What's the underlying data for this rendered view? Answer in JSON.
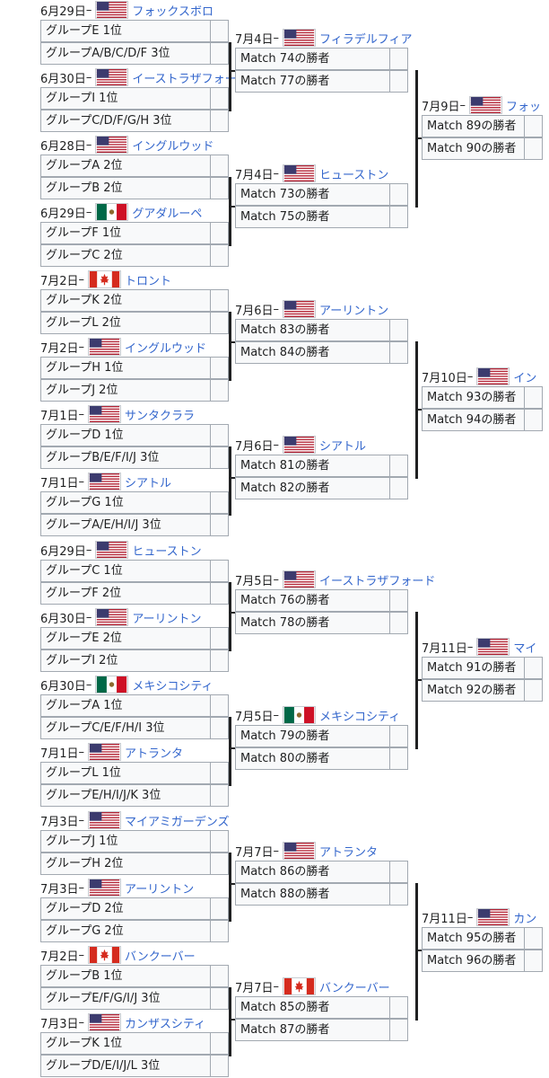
{
  "r32": [
    {
      "date": "6月29日",
      "flag": "us",
      "city": "フォックスボロ",
      "teams": [
        "グループE 1位",
        "グループA/B/C/D/F 3位"
      ]
    },
    {
      "date": "6月30日",
      "flag": "us",
      "city": "イーストラザフォード",
      "teams": [
        "グループI 1位",
        "グループC/D/F/G/H 3位"
      ]
    },
    {
      "date": "6月28日",
      "flag": "us",
      "city": "イングルウッド",
      "teams": [
        "グループA 2位",
        "グループB 2位"
      ]
    },
    {
      "date": "6月29日",
      "flag": "mx",
      "city": "グアダルーペ",
      "teams": [
        "グループF 1位",
        "グループC 2位"
      ]
    },
    {
      "date": "7月2日",
      "flag": "ca",
      "city": "トロント",
      "teams": [
        "グループK 2位",
        "グループL 2位"
      ]
    },
    {
      "date": "7月2日",
      "flag": "us",
      "city": "イングルウッド",
      "teams": [
        "グループH 1位",
        "グループJ 2位"
      ]
    },
    {
      "date": "7月1日",
      "flag": "us",
      "city": "サンタクララ",
      "teams": [
        "グループD 1位",
        "グループB/E/F/I/J 3位"
      ]
    },
    {
      "date": "7月1日",
      "flag": "us",
      "city": "シアトル",
      "teams": [
        "グループG 1位",
        "グループA/E/H/I/J 3位"
      ]
    },
    {
      "date": "6月29日",
      "flag": "us",
      "city": "ヒューストン",
      "teams": [
        "グループC 1位",
        "グループF 2位"
      ]
    },
    {
      "date": "6月30日",
      "flag": "us",
      "city": "アーリントン",
      "teams": [
        "グループE 2位",
        "グループI 2位"
      ]
    },
    {
      "date": "6月30日",
      "flag": "mx",
      "city": "メキシコシティ",
      "teams": [
        "グループA 1位",
        "グループC/E/F/H/I 3位"
      ]
    },
    {
      "date": "7月1日",
      "flag": "us",
      "city": "アトランタ",
      "teams": [
        "グループL 1位",
        "グループE/H/I/J/K 3位"
      ]
    },
    {
      "date": "7月3日",
      "flag": "us",
      "city": "マイアミガーデンズ",
      "teams": [
        "グループJ 1位",
        "グループH 2位"
      ]
    },
    {
      "date": "7月3日",
      "flag": "us",
      "city": "アーリントン",
      "teams": [
        "グループD 2位",
        "グループG 2位"
      ]
    },
    {
      "date": "7月2日",
      "flag": "ca",
      "city": "バンクーバー",
      "teams": [
        "グループB 1位",
        "グループE/F/G/I/J 3位"
      ]
    },
    {
      "date": "7月3日",
      "flag": "us",
      "city": "カンザスシティ",
      "teams": [
        "グループK 1位",
        "グループD/E/I/J/L 3位"
      ]
    }
  ],
  "r16": [
    {
      "date": "7月4日",
      "flag": "us",
      "city": "フィラデルフィア",
      "teams": [
        "Match 74の勝者",
        "Match 77の勝者"
      ]
    },
    {
      "date": "7月4日",
      "flag": "us",
      "city": "ヒューストン",
      "teams": [
        "Match 73の勝者",
        "Match 75の勝者"
      ]
    },
    {
      "date": "7月6日",
      "flag": "us",
      "city": "アーリントン",
      "teams": [
        "Match 83の勝者",
        "Match 84の勝者"
      ]
    },
    {
      "date": "7月6日",
      "flag": "us",
      "city": "シアトル",
      "teams": [
        "Match 81の勝者",
        "Match 82の勝者"
      ]
    },
    {
      "date": "7月5日",
      "flag": "us",
      "city": "イーストラザフォード",
      "teams": [
        "Match 76の勝者",
        "Match 78の勝者"
      ]
    },
    {
      "date": "7月5日",
      "flag": "mx",
      "city": "メキシコシティ",
      "teams": [
        "Match 79の勝者",
        "Match 80の勝者"
      ]
    },
    {
      "date": "7月7日",
      "flag": "us",
      "city": "アトランタ",
      "teams": [
        "Match 86の勝者",
        "Match 88の勝者"
      ]
    },
    {
      "date": "7月7日",
      "flag": "ca",
      "city": "バンクーバー",
      "teams": [
        "Match 85の勝者",
        "Match 87の勝者"
      ]
    }
  ],
  "qf": [
    {
      "date": "7月9日",
      "flag": "us",
      "city": "フォッ",
      "teams": [
        "Match 89の勝者",
        "Match 90の勝者"
      ]
    },
    {
      "date": "7月10日",
      "flag": "us",
      "city": "イン",
      "teams": [
        "Match 93の勝者",
        "Match 94の勝者"
      ]
    },
    {
      "date": "7月11日",
      "flag": "us",
      "city": "マイ",
      "teams": [
        "Match 91の勝者",
        "Match 92の勝者"
      ]
    },
    {
      "date": "7月11日",
      "flag": "us",
      "city": "カン",
      "teams": [
        "Match 95の勝者",
        "Match 96の勝者"
      ]
    }
  ],
  "colors": {
    "link": "#3366cc",
    "cell_bg": "#f8f9fa",
    "cell_border": "#a2a9b1"
  }
}
